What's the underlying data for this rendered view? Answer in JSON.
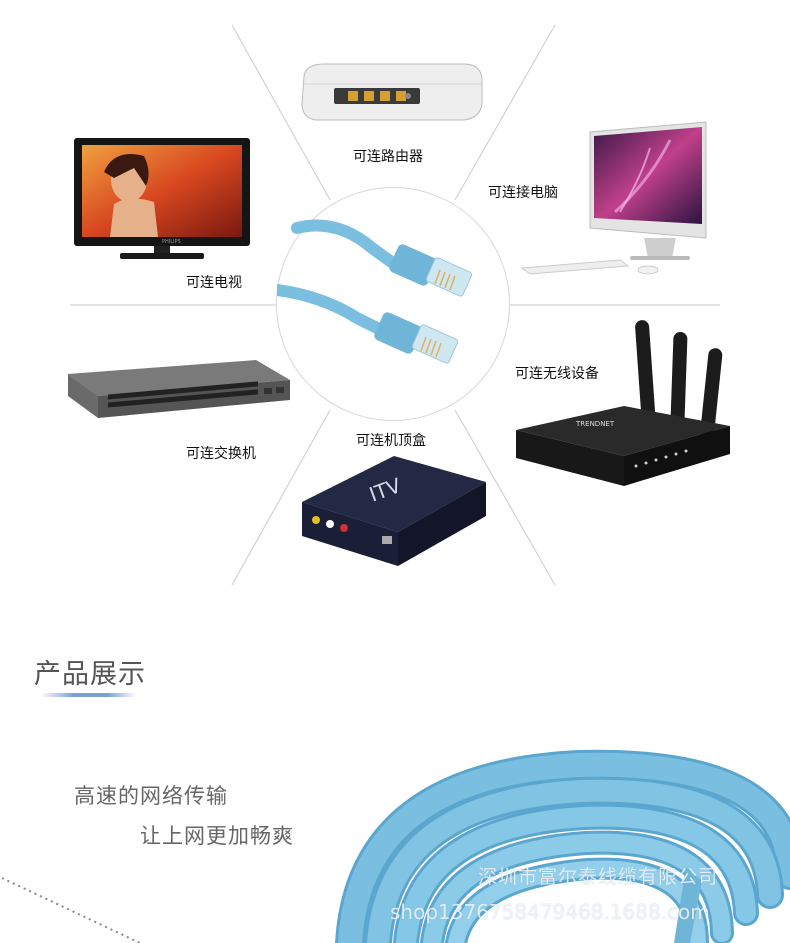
{
  "devices": {
    "router": {
      "label": "可连路由器",
      "icon": "router-icon"
    },
    "computer": {
      "label": "可连接电脑",
      "icon": "desktop-computer-icon"
    },
    "tv": {
      "label": "可连电视",
      "icon": "television-icon",
      "brand": "PHILIPS"
    },
    "wireless": {
      "label": "可连无线设备",
      "icon": "wireless-router-icon",
      "brand": "TRENDNET"
    },
    "switch": {
      "label": "可连交换机",
      "icon": "network-switch-icon"
    },
    "settop": {
      "label": "可连机顶盒",
      "icon": "set-top-box-icon",
      "brand": "ITV"
    }
  },
  "center": {
    "icon": "flat-ethernet-cable-icon"
  },
  "section": {
    "title": "产品展示"
  },
  "slogan": {
    "line1": "高速的网络传输",
    "line2": "让上网更加畅爽"
  },
  "watermark": {
    "company": "深圳市富尔泰线缆有限公司",
    "shop": "shop1376758479468.1688.com"
  },
  "colors": {
    "cable": "#7bbfe0",
    "accent": "#7e9fd6",
    "text": "#111111"
  }
}
